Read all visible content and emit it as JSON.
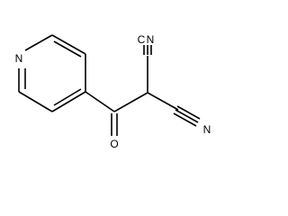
{
  "structure": {
    "atoms": {
      "pyridine_n": "N",
      "carbonyl_o": "O",
      "nitrile_n_top": "N",
      "nitrile_n_bottom": "N"
    },
    "letters": {
      "C": "C",
      "N": "N"
    }
  }
}
